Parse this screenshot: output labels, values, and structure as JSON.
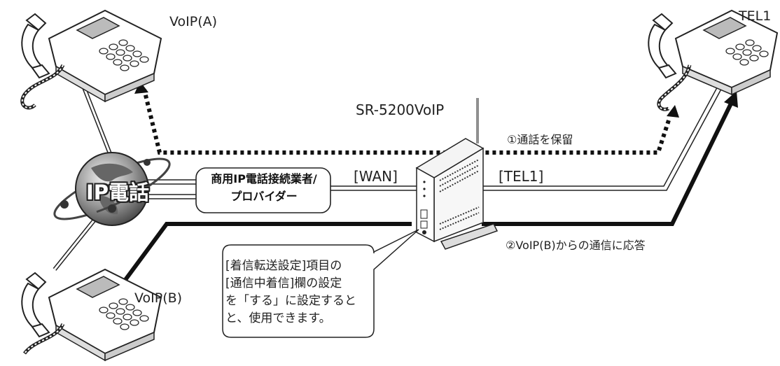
{
  "phones": {
    "voip_a": "VoIP(A)",
    "voip_b": "VoIP(B)",
    "tel1": "TEL1"
  },
  "router": {
    "model": "SR-5200VoIP",
    "wan_port": "[WAN]",
    "tel_port": "[TEL1]"
  },
  "network": {
    "cloud": "IP電話",
    "provider_line1": "商用IP電話接続業者/",
    "provider_line2": "プロバイダー"
  },
  "flows": {
    "hold": "①通話を保留",
    "answer": "②VoIP(B)からの通信に応答"
  },
  "callout": {
    "lines": [
      "[着信転送設定]項目の",
      "[通信中着信]欄の設定",
      "を「する」に設定すると",
      "と、使用できます。"
    ]
  }
}
